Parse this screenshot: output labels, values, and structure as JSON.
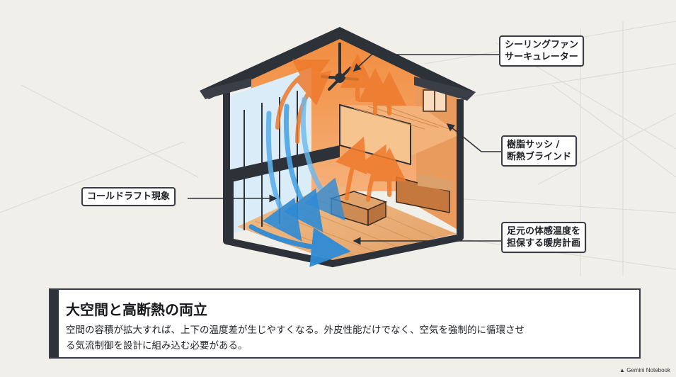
{
  "labels": {
    "ceiling_fan": [
      "シーリングファン",
      "サーキュレーター"
    ],
    "resin_sash": [
      "樹脂サッシ /",
      "断熱ブラインド"
    ],
    "cold_draft": "コールドラフト現象",
    "foot_temp": [
      "足元の体感温度を",
      "担保する暖房計画"
    ]
  },
  "caption": {
    "title": "大空間と高断熱の両立",
    "body": [
      "空間の容積が拡大すれば、上下の温度差が生じやすくなる。外皮性能だけでなく、空気を強制的に循環させ",
      "る気流制御を設計に組み込む必要がある。"
    ]
  },
  "footer": {
    "brand": "Gemini Notebook"
  },
  "colors": {
    "warm": "#ee7a2c",
    "cold": "#3d9be0",
    "frame": "#2d3138",
    "wood": "#d99a5a",
    "background": "#f1efea"
  }
}
